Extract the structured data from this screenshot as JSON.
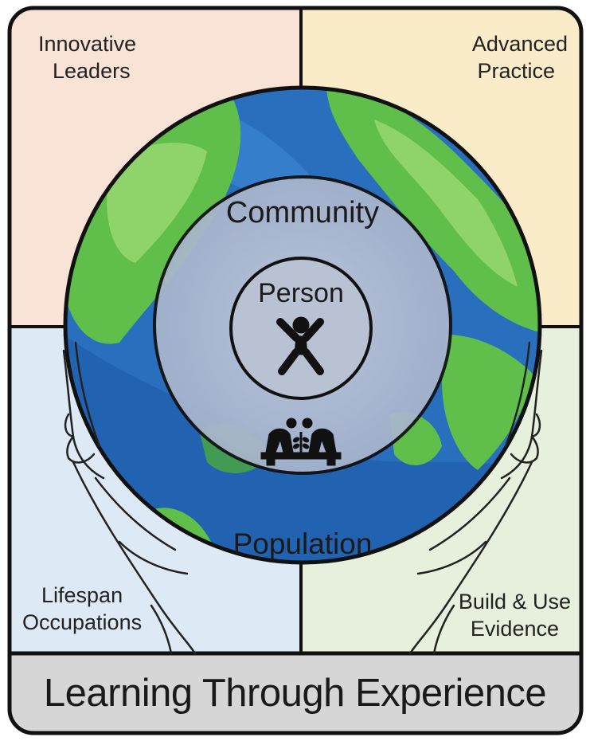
{
  "quadrants": {
    "top_left": {
      "line1": "Innovative",
      "line2": "Leaders",
      "color": "#f9e3d6"
    },
    "top_right": {
      "line1": "Advanced",
      "line2": "Practice",
      "color": "#fbecc9"
    },
    "bottom_left": {
      "line1": "Lifespan",
      "line2": "Occupations",
      "color": "#dde9f4"
    },
    "bottom_right": {
      "line1": "Build & Use",
      "line2": "Evidence",
      "color": "#e6f0dc"
    }
  },
  "globe": {
    "ocean_color": "#2a6fbe",
    "land_color": "#5fbf4a"
  },
  "rings": {
    "community": "Community",
    "person": "Person",
    "population": "Population",
    "ring_color": "#b6bfd3"
  },
  "icons": [
    "person-star-icon",
    "two-people-gardening-icon",
    "left-hand-icon",
    "right-hand-icon"
  ],
  "footer": {
    "text": "Learning Through Experience",
    "color": "#d6d6d6"
  }
}
